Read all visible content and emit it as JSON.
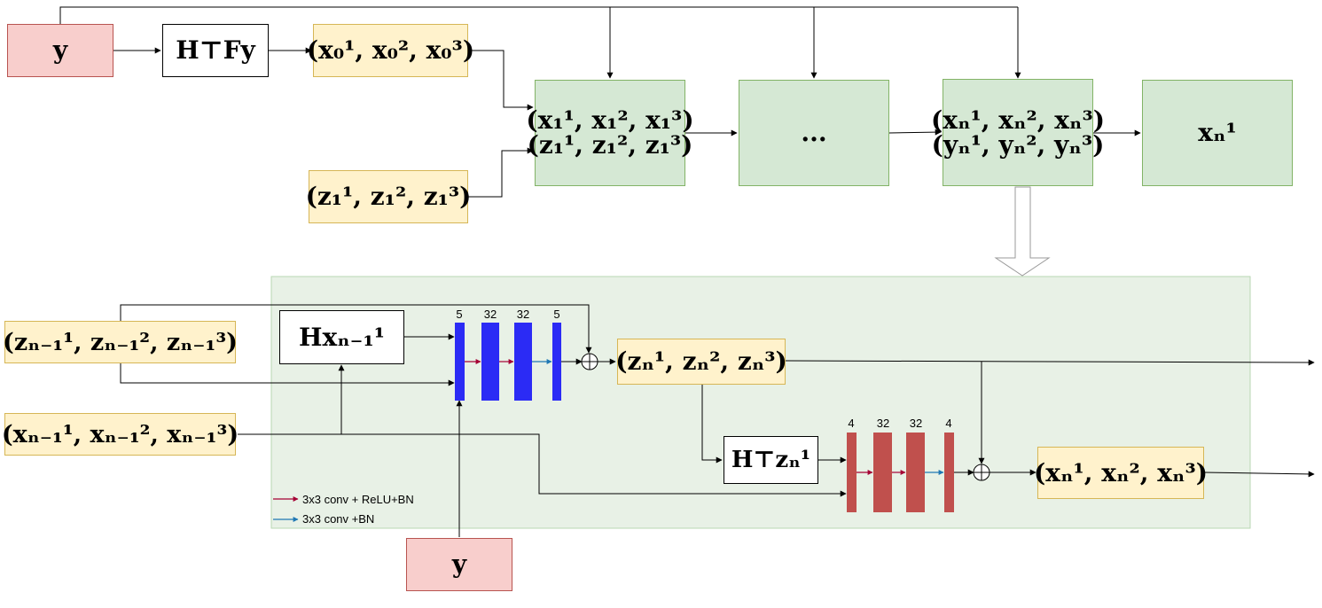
{
  "top": {
    "y_input": "y",
    "htfy": "H⊤Fy",
    "x0": "(x₀¹, x₀², x₀³)",
    "z1": "(z₁¹, z₁², z₁³)",
    "stage1_x": "(x₁¹, x₁², x₁³)",
    "stage1_z": "(z₁¹, z₁², z₁³)",
    "ellipsis": "...",
    "stagen_x": "(xₙ¹, xₙ², xₙ³)",
    "stagen_y": "(yₙ¹, yₙ², yₙ³)",
    "output": "xₙ¹"
  },
  "bottom": {
    "z_prev": "(zₙ₋₁¹, zₙ₋₁², zₙ₋₁³)",
    "x_prev": "(xₙ₋₁¹, xₙ₋₁², xₙ₋₁³)",
    "hx": "Hxₙ₋₁¹",
    "z_new": "(zₙ¹, zₙ², zₙ³)",
    "htz": "H⊤zₙ¹",
    "x_new": "(xₙ¹, xₙ², xₙ³)",
    "y_input": "y",
    "cnn1_channels": [
      "5",
      "32",
      "32",
      "5"
    ],
    "cnn2_channels": [
      "4",
      "32",
      "32",
      "4"
    ],
    "legend_relu": "3x3 conv + ReLU+BN",
    "legend_bn": "3x3 conv +BN"
  },
  "colors": {
    "cnn1": "#2b2bf5",
    "cnn2": "#c0504d",
    "arrow_relu": "#a50034",
    "arrow_bn": "#1f78b4",
    "detail_panel": "#e8f1e6"
  }
}
